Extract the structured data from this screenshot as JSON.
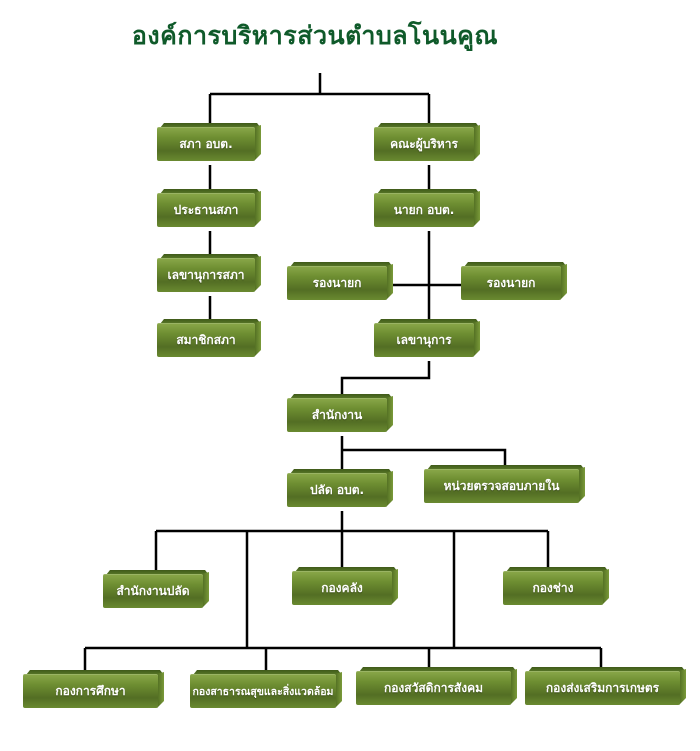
{
  "title": "องค์การบริหารส่วนตำบลโนนคูณ",
  "colors": {
    "title": "#0f5a2a",
    "box": "#6a8a30",
    "box_dark": "#4f6b22",
    "line": "#000000",
    "label": "#ffffff"
  },
  "nodes": {
    "council": "สภา อบต.",
    "executive_board": "คณะผู้บริหาร",
    "council_president": "ประธานสภา",
    "mayor": "นายก อบต.",
    "council_secretary": "เลขานุการสภา",
    "deputy_mayor_left": "รองนายก",
    "deputy_mayor_right": "รองนายก",
    "council_members": "สมาชิกสภา",
    "secretary": "เลขานุการ",
    "office": "สำนักงาน",
    "chief_administrator": "ปลัด อบต.",
    "internal_audit": "หน่วยตรวจสอบภายใน",
    "chief_office": "สำนักงานปลัด",
    "finance_division": "กองคลัง",
    "engineering_division": "กองช่าง",
    "education_division": "กองการศึกษา",
    "public_health_division": "กองสาธารณสุขและสิ่งแวดล้อม",
    "social_welfare_division": "กองสวัสดิการสังคม",
    "agriculture_division": "กองส่งเสริมการเกษตร"
  },
  "edges": [
    [
      "root",
      "council"
    ],
    [
      "root",
      "executive_board"
    ],
    [
      "council",
      "council_president"
    ],
    [
      "council_president",
      "council_secretary"
    ],
    [
      "council_secretary",
      "council_members"
    ],
    [
      "executive_board",
      "mayor"
    ],
    [
      "mayor",
      "deputy_mayor_left"
    ],
    [
      "mayor",
      "deputy_mayor_right"
    ],
    [
      "mayor",
      "secretary"
    ],
    [
      "secretary",
      "office"
    ],
    [
      "office",
      "chief_administrator"
    ],
    [
      "office",
      "internal_audit"
    ],
    [
      "chief_administrator",
      "chief_office"
    ],
    [
      "chief_administrator",
      "finance_division"
    ],
    [
      "chief_administrator",
      "engineering_division"
    ],
    [
      "chief_administrator",
      "education_division"
    ],
    [
      "chief_administrator",
      "public_health_division"
    ],
    [
      "chief_administrator",
      "social_welfare_division"
    ],
    [
      "chief_administrator",
      "agriculture_division"
    ]
  ]
}
